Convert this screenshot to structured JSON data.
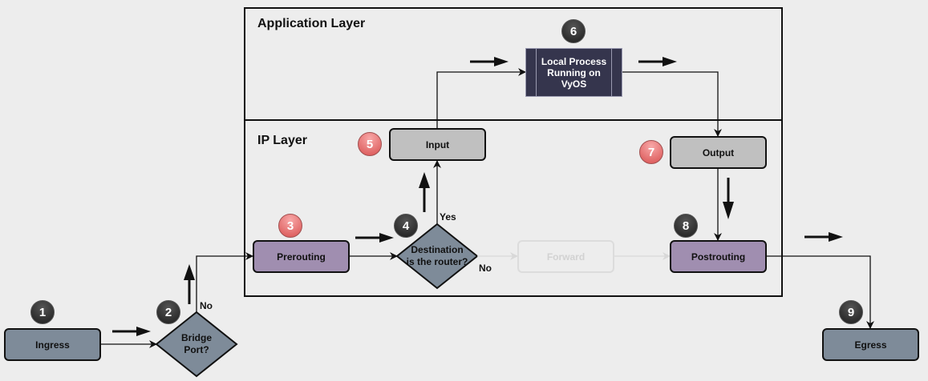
{
  "layers": {
    "application": "Application Layer",
    "ip": "IP Layer"
  },
  "nodes": {
    "ingress": "Ingress",
    "bridge_port": [
      "Bridge",
      "Port?"
    ],
    "prerouting": "Prerouting",
    "destination": [
      "Destination",
      "is the router?"
    ],
    "forward": "Forward",
    "postrouting": "Postrouting",
    "input": "Input",
    "local_process": [
      "Local Process",
      "Running on",
      "VyOS"
    ],
    "output": "Output",
    "egress": "Egress"
  },
  "badges": {
    "b1": "1",
    "b2": "2",
    "b3": "3",
    "b4": "4",
    "b5": "5",
    "b6": "6",
    "b7": "7",
    "b8": "8",
    "b9": "9"
  },
  "edge_labels": {
    "bridge_no": "No",
    "dest_yes": "Yes",
    "dest_no": "No"
  },
  "colors": {
    "slate": "#7e8b99",
    "purple": "#a08eb0",
    "grey": "#c0c0c0",
    "process": "#35354d",
    "badge_dark": "#2a2a2a",
    "badge_red": "#e06464"
  }
}
